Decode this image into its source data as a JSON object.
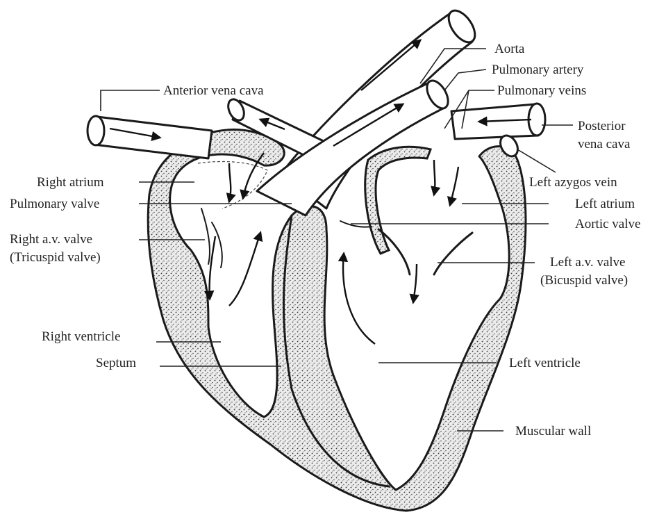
{
  "labels": {
    "aorta": "Aorta",
    "pulmonary_artery": "Pulmonary artery",
    "pulmonary_veins": "Pulmonary veins",
    "anterior_vena_cava": "Anterior vena cava",
    "posterior_vena_cava_1": "Posterior",
    "posterior_vena_cava_2": "vena cava",
    "left_azygos_vein": "Left azygos vein",
    "right_atrium": "Right atrium",
    "pulmonary_valve": "Pulmonary valve",
    "left_atrium": "Left atrium",
    "aortic_valve": "Aortic valve",
    "right_av_valve_1": "Right a.v. valve",
    "right_av_valve_2": "(Tricuspid valve)",
    "left_av_valve_1": "Left  a.v. valve",
    "left_av_valve_2": "(Bicuspid valve)",
    "right_ventricle": "Right ventricle",
    "septum": "Septum",
    "left_ventricle": "Left ventricle",
    "muscular_wall": "Muscular wall"
  },
  "colors": {
    "ink": "#1a1a1a",
    "muscle_fill": "#dcdcdc",
    "background": "#ffffff"
  }
}
